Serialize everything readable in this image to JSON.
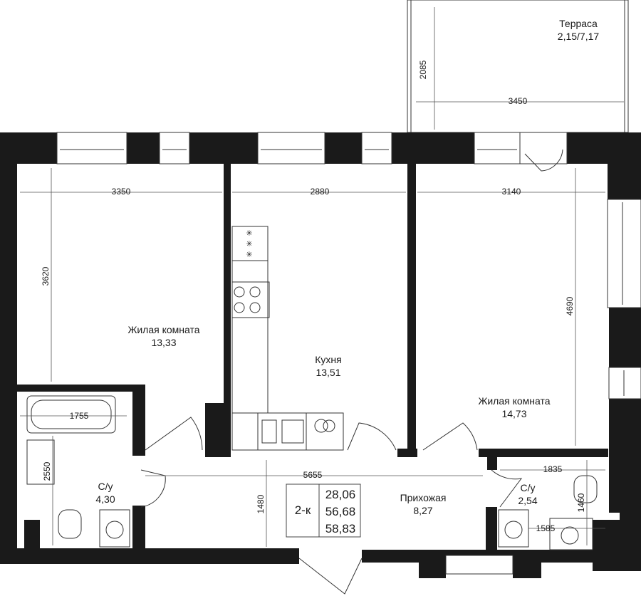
{
  "rooms": {
    "terrace": {
      "name": "Терраса",
      "area": "2,15/7,17"
    },
    "living1": {
      "name": "Жилая комната",
      "area": "13,33"
    },
    "kitchen": {
      "name": "Кухня",
      "area": "13,51"
    },
    "living2": {
      "name": "Жилая комната",
      "area": "14,73"
    },
    "bath1": {
      "name": "С/у",
      "area": "4,30"
    },
    "hall": {
      "name": "Прихожая",
      "area": "8,27"
    },
    "bath2": {
      "name": "С/у",
      "area": "2,54"
    }
  },
  "dimensions": {
    "terrace_depth": "2085",
    "terrace_width": "3450",
    "living1_width": "3350",
    "living1_depth": "3620",
    "kitchen_width": "2880",
    "living2_width": "3140",
    "living2_depth": "4690",
    "bath_tub": "1755",
    "bath1_depth": "2550",
    "hall_length": "5655",
    "hall_depth": "1480",
    "bath2_width": "1835",
    "bath2_depth": "1460",
    "bath2_inner": "1585"
  },
  "summary": {
    "type": "2-к",
    "area_living": "28,06",
    "area_total": "56,68",
    "area_with_terrace": "58,83"
  }
}
